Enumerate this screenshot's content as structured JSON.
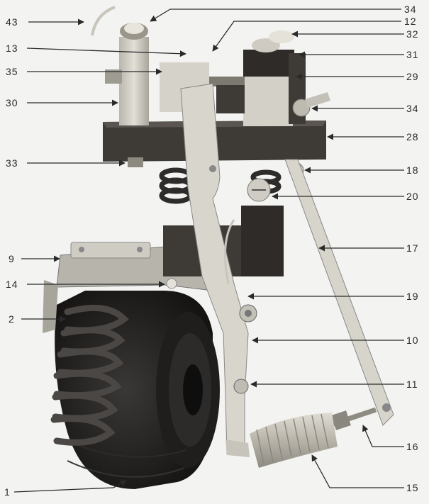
{
  "callouts": {
    "n43": "43",
    "n13": "13",
    "n35": "35",
    "n30": "30",
    "n33": "33",
    "n9": "9",
    "n14": "14",
    "n2": "2",
    "n1": "1",
    "n34a": "34",
    "n12": "12",
    "n32": "32",
    "n31": "31",
    "n29": "29",
    "n34b": "34",
    "n28": "28",
    "n18": "18",
    "n20": "20",
    "n17": "17",
    "n19": "19",
    "n10": "10",
    "n11": "11",
    "n16": "16",
    "n15": "15"
  },
  "colors": {
    "background": "#f3f3f1",
    "metal": "#c9c6bd",
    "dark_block": "#3e3a36",
    "rubber": "#1e1d1c",
    "spring": "#4a4744",
    "leader_line": "#2a2a2a"
  }
}
